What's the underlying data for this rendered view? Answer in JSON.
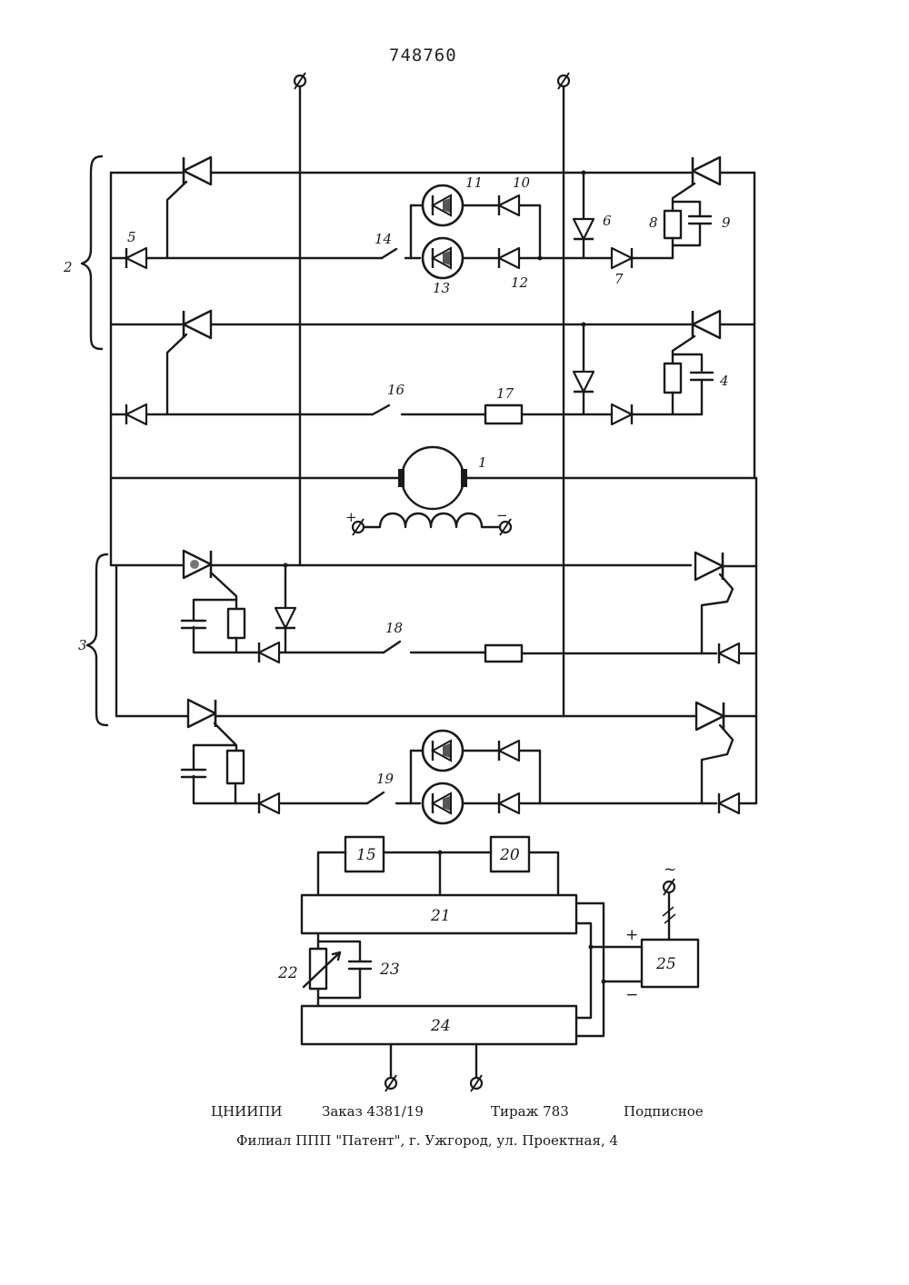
{
  "document": {
    "patent_number": "748760",
    "footer_line1": {
      "org": "ЦНИИПИ",
      "order": "Заказ 4381/19",
      "print_run": "Тираж 783",
      "subscription": "Подписное"
    },
    "footer_line2": "Филиал ППП \"Патент\", г. Ужгород, ул. Проектная, 4"
  },
  "diagram": {
    "group_labels": {
      "upper": "2",
      "lower": "3"
    },
    "component_labels": {
      "c1": "1",
      "c4": "4",
      "c5": "5",
      "c6": "6",
      "c7": "7",
      "c8": "8",
      "c9": "9",
      "c10": "10",
      "c11": "11",
      "c12": "12",
      "c13": "13",
      "c14": "14",
      "c16": "16",
      "c17": "17",
      "c18": "18",
      "c19": "19"
    },
    "blocks": {
      "b15": "15",
      "b20": "20",
      "b21": "21",
      "b22": "22",
      "b23": "23",
      "b24": "24",
      "b25": "25"
    },
    "signs": {
      "plus": "+",
      "minus": "−",
      "tilde": "~"
    }
  }
}
